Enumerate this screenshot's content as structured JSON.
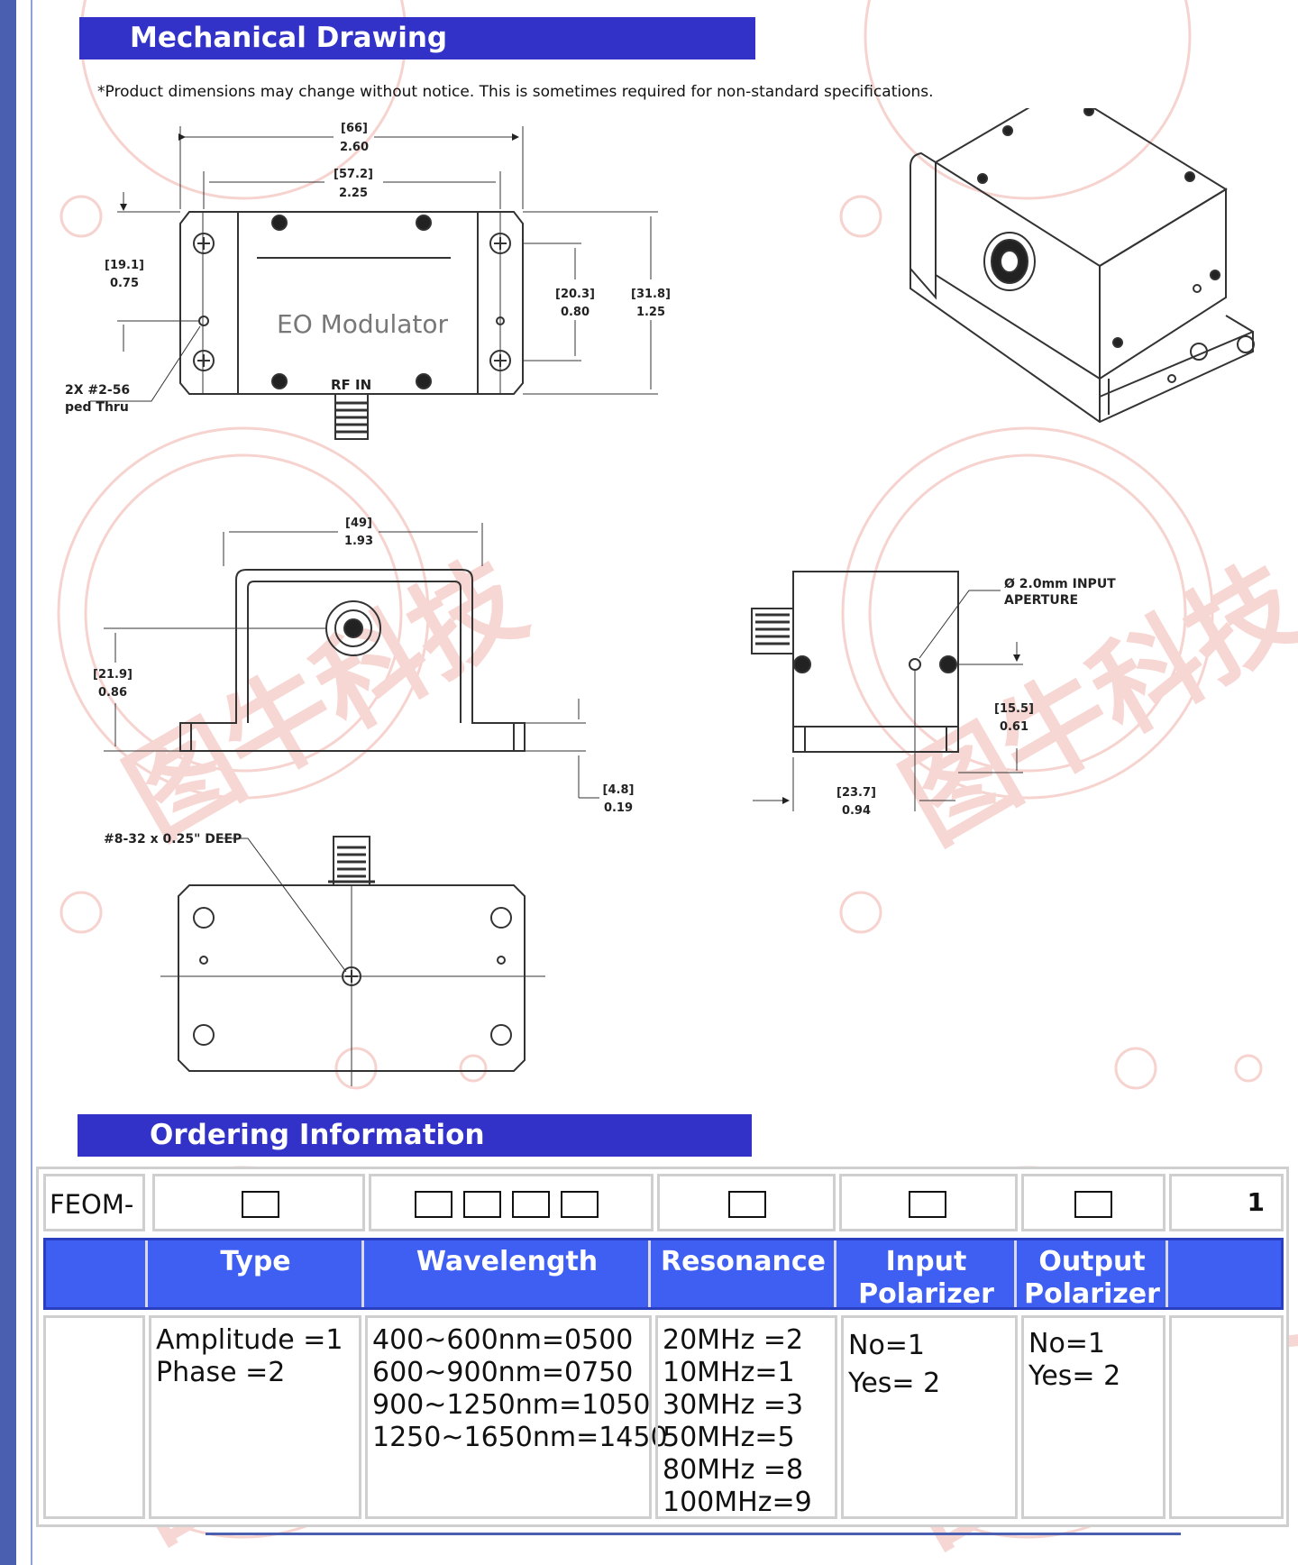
{
  "mechanical": {
    "title": "Mechanical Drawing",
    "note": "*Product dimensions may change without notice. This is sometimes required for non-standard specifications.",
    "top_view": {
      "body_label": "EO Modulator",
      "rf_label": "RF IN",
      "dim_width_mm": "[66]",
      "dim_width_in": "2.60",
      "dim_inner_mm": "[57.2]",
      "dim_inner_in": "2.25",
      "dim_left_mm": "[19.1]",
      "dim_left_in": "0.75",
      "dim_mid_mm": "[20.3]",
      "dim_mid_in": "0.80",
      "dim_height_mm": "[31.8]",
      "dim_height_in": "1.25",
      "hole_note_1": "2X #2-56",
      "hole_note_2": "ped Thru"
    },
    "front_view": {
      "dim_width_mm": "[49]",
      "dim_width_in": "1.93",
      "dim_height_mm": "[21.9]",
      "dim_height_in": "0.86",
      "dim_base_mm": "[4.8]",
      "dim_base_in": "0.19"
    },
    "side_view": {
      "aperture_1": "Ø 2.0mm INPUT",
      "aperture_2": "APERTURE",
      "dim_v_mm": "[15.5]",
      "dim_v_in": "0.61",
      "dim_h_mm": "[23.7]",
      "dim_h_in": "0.94"
    },
    "bottom_view": {
      "thread_note": "#8-32 x 0.25\" DEEP"
    }
  },
  "ordering": {
    "title": "Ordering Information",
    "prefix": "FEOM-",
    "suffix": "1",
    "columns": [
      {
        "header": "Type",
        "options": [
          "Amplitude =1",
          "Phase =2"
        ]
      },
      {
        "header": "Wavelength",
        "options": [
          "400~600nm=0500",
          "600~900nm=0750",
          "900~1250nm=1050",
          "1250~1650nm=1450"
        ]
      },
      {
        "header": "Resonance",
        "options": [
          "20MHz =2",
          "10MHz=1",
          "30MHz =3",
          "50MHz=5",
          "80MHz =8",
          "100MHz=9"
        ]
      },
      {
        "header_line1": "Input",
        "header_line2": "Polarizer",
        "options": [
          "No=1",
          "Yes= 2"
        ]
      },
      {
        "header_line1": "Output",
        "header_line2": "Polarizer",
        "options": [
          "No=1",
          "Yes= 2"
        ]
      }
    ]
  },
  "watermark": {
    "text": "图牛科技",
    "color": "#f5c9c4"
  }
}
